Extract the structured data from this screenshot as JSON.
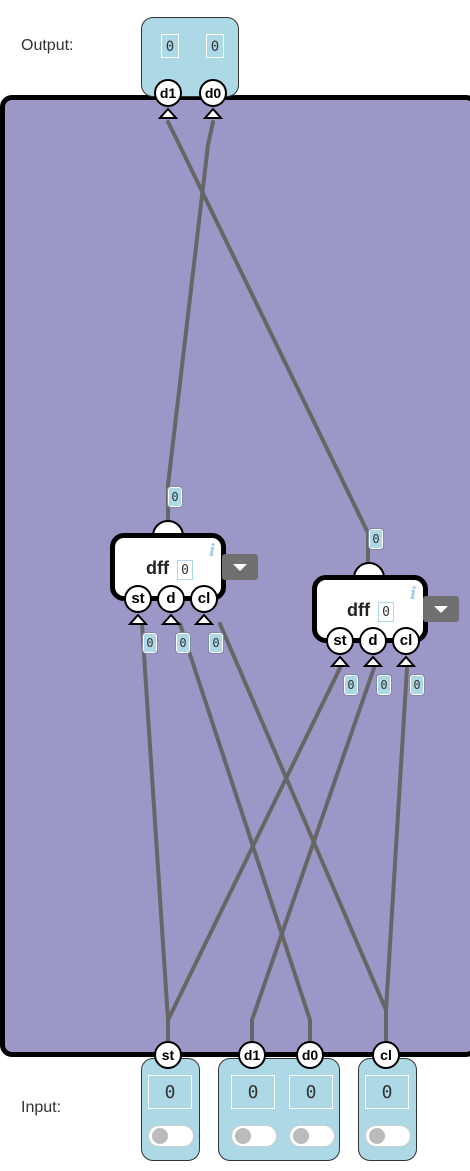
{
  "labels": {
    "output": "Output:",
    "input": "Input:"
  },
  "output": {
    "pins": [
      "d1",
      "d0"
    ],
    "values": [
      "0",
      "0"
    ]
  },
  "inputs": {
    "groups": [
      {
        "pins": [
          "st"
        ],
        "values": [
          "0"
        ]
      },
      {
        "pins": [
          "d1",
          "d0"
        ],
        "values": [
          "0",
          "0"
        ]
      },
      {
        "pins": [
          "cl"
        ],
        "values": [
          "0"
        ]
      }
    ]
  },
  "gates": [
    {
      "title": "dff",
      "value": "0",
      "pins": [
        "st",
        "d",
        "cl"
      ],
      "out_wire_value": "0",
      "in_wire_values": [
        "0",
        "0",
        "0"
      ]
    },
    {
      "title": "dff",
      "value": "0",
      "pins": [
        "st",
        "d",
        "cl"
      ],
      "out_wire_value": "0",
      "in_wire_values": [
        "0",
        "0",
        "0"
      ]
    }
  ],
  "icons": {
    "info": "i",
    "menu": "dropdown-triangle-icon"
  },
  "colors": {
    "board": "#9b98c8",
    "io": "#add8e6",
    "wire": "#666666"
  }
}
